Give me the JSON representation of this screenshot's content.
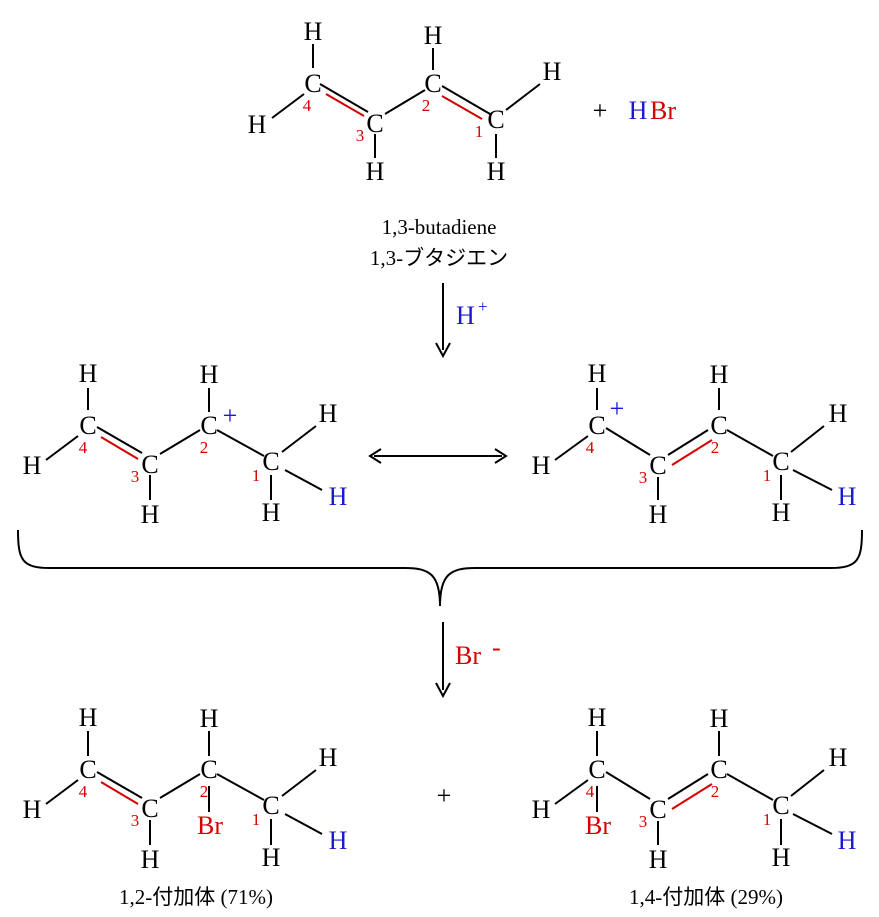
{
  "colors": {
    "black": "#000000",
    "red": "#d40000",
    "blue": "#1a1acc"
  },
  "atoms": {
    "H": "H",
    "C": "C",
    "Br": "Br",
    "plus_charge": "+"
  },
  "position_numbers": {
    "n1": "1",
    "n2": "2",
    "n3": "3",
    "n4": "4"
  },
  "reagents": {
    "plus": "+",
    "H": "H",
    "Br": "Br"
  },
  "labels": {
    "reactant_en": "1,3-butadiene",
    "reactant_ja": "1,3-ブタジエン",
    "step1_reagent": "H",
    "step1_sup": "+",
    "step2_reagent": "Br",
    "step2_sup": "-",
    "product_plus": "+",
    "product_12": "1,2-付加体 (71%)",
    "product_14": "1,4-付加体 (29%)"
  }
}
